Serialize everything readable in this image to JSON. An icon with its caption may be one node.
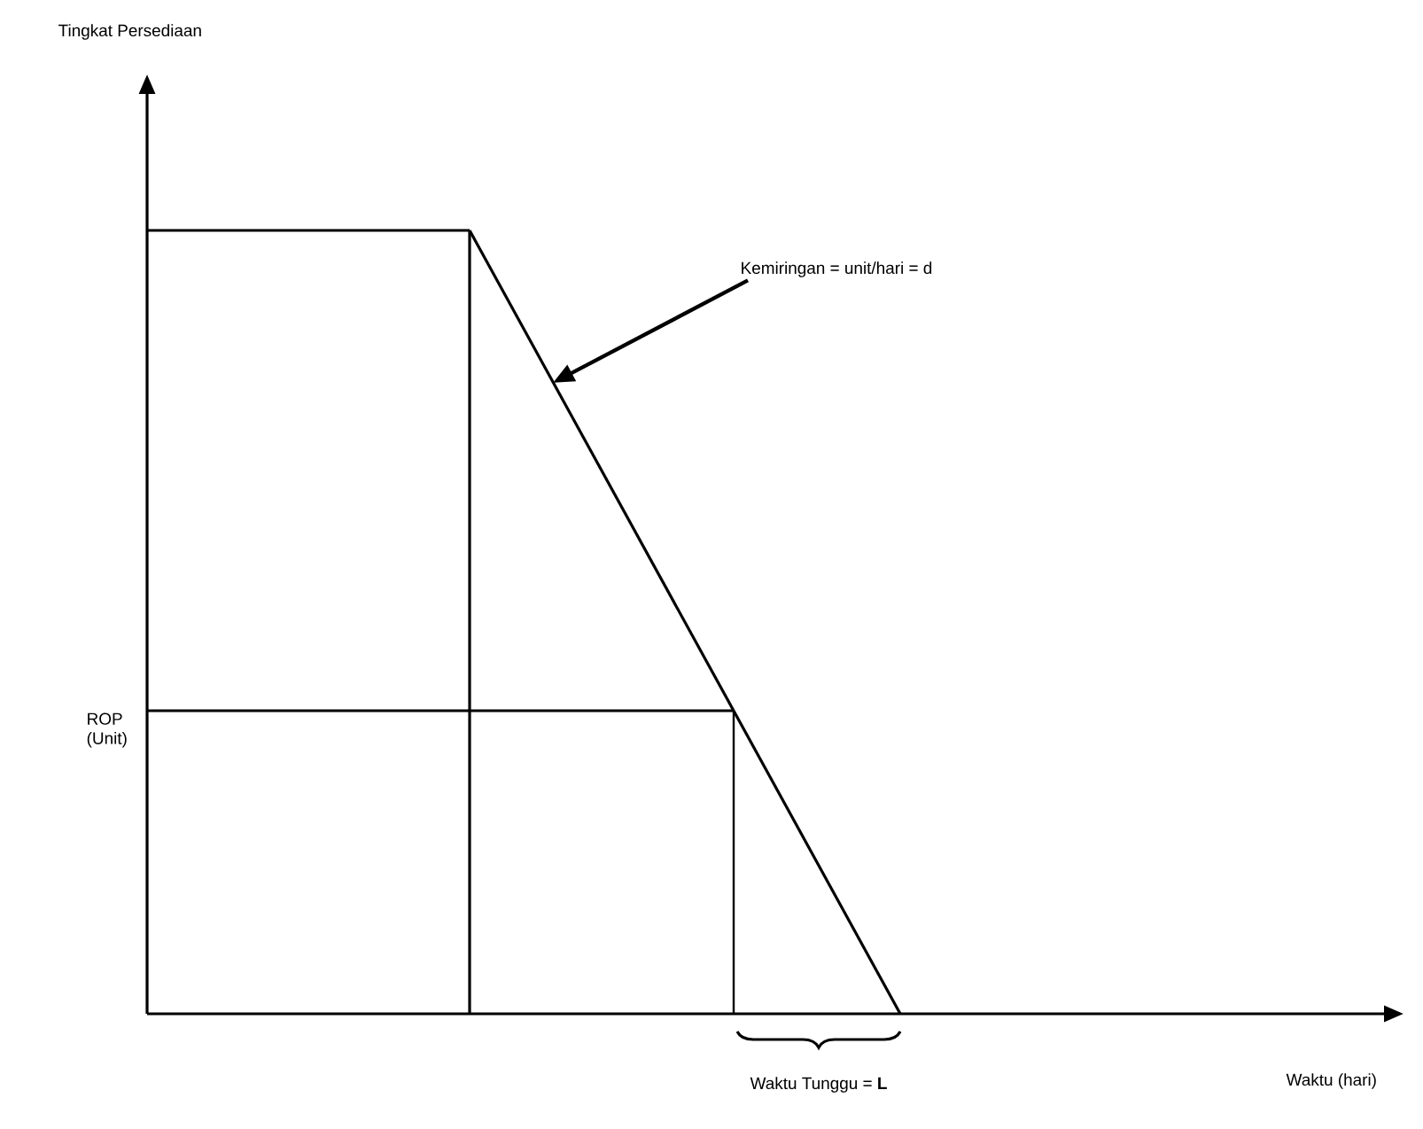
{
  "diagram": {
    "nodes": [
      {
        "text": [
          "Kemiringan = unit/hari = d"
        ]
      },
      {
        "text": [],
        "shape": "line"
      }
    ],
    "edges": [
      {
        "from": 0,
        "to": 1,
        "arrow": "to"
      }
    ],
    "labels": [
      "Tingkat Persediaan",
      "ROP (Unit)",
      "Waktu (hari)",
      "Waktu Tunggu = **L**"
    ]
  }
}
